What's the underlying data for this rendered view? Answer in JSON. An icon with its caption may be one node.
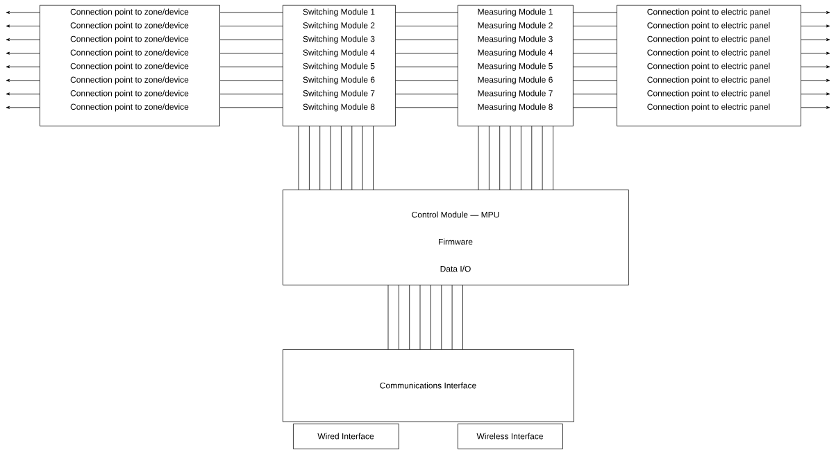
{
  "diagram": {
    "nodes": [
      {
        "text": [
          "Connection point to zone/device",
          "Connection point to zone/device",
          "Connection point to zone/device",
          "Connection point to zone/device",
          "Connection point to zone/device",
          "Connection point to zone/device",
          "Connection point to zone/device",
          "Connection point to zone/device"
        ]
      },
      {
        "text": [
          "Switching Module 1",
          "Switching Module 2",
          "Switching Module 3",
          "Switching Module 4",
          "Switching Module 5",
          "Switching Module 6",
          "Switching Module 7",
          "Switching Module 8"
        ]
      },
      {
        "text": [
          "Measuring Module 1",
          "Measuring Module 2",
          "Measuring Module 3",
          "Measuring Module 4",
          "Measuring Module 5",
          "Measuring Module 6",
          "Measuring Module 7",
          "Measuring Module 8"
        ]
      },
      {
        "text": [
          "Connection point to electric panel",
          "Connection point to electric panel",
          "Connection point to electric panel",
          "Connection point to electric panel",
          "Connection point to electric panel",
          "Connection point to electric panel",
          "Connection point to electric panel",
          "Connection point to electric panel"
        ]
      },
      {
        "text": [
          "Control Module — MPU",
          "Firmware",
          "Data I/O"
        ]
      },
      {
        "text": [
          "Communications Interface"
        ]
      },
      {
        "text": [
          "Wired Interface"
        ]
      },
      {
        "text": [
          "Wireless Interface"
        ]
      }
    ],
    "edges": [
      {
        "from": 0,
        "to": null,
        "arrow": "to"
      },
      {
        "from": 0,
        "to": null,
        "arrow": "to"
      },
      {
        "from": 0,
        "to": null,
        "arrow": "to"
      },
      {
        "from": 0,
        "to": null,
        "arrow": "to"
      },
      {
        "from": 0,
        "to": null,
        "arrow": "to"
      },
      {
        "from": 0,
        "to": null,
        "arrow": "to"
      },
      {
        "from": 0,
        "to": null,
        "arrow": "to"
      },
      {
        "from": 0,
        "to": null,
        "arrow": "to"
      },
      {
        "from": 0,
        "to": 1,
        "arrow": "none"
      },
      {
        "from": 0,
        "to": 1,
        "arrow": "none"
      },
      {
        "from": 0,
        "to": 1,
        "arrow": "none"
      },
      {
        "from": 0,
        "to": 1,
        "arrow": "none"
      },
      {
        "from": 0,
        "to": 1,
        "arrow": "none"
      },
      {
        "from": 0,
        "to": 1,
        "arrow": "none"
      },
      {
        "from": 0,
        "to": 1,
        "arrow": "none"
      },
      {
        "from": 0,
        "to": 1,
        "arrow": "none"
      },
      {
        "from": 1,
        "to": 2,
        "arrow": "none"
      },
      {
        "from": 1,
        "to": 2,
        "arrow": "none"
      },
      {
        "from": 1,
        "to": 2,
        "arrow": "none"
      },
      {
        "from": 1,
        "to": 2,
        "arrow": "none"
      },
      {
        "from": 1,
        "to": 2,
        "arrow": "none"
      },
      {
        "from": 1,
        "to": 2,
        "arrow": "none"
      },
      {
        "from": 1,
        "to": 2,
        "arrow": "none"
      },
      {
        "from": 1,
        "to": 2,
        "arrow": "none"
      },
      {
        "from": 2,
        "to": 3,
        "arrow": "none"
      },
      {
        "from": 2,
        "to": 3,
        "arrow": "none"
      },
      {
        "from": 2,
        "to": 3,
        "arrow": "none"
      },
      {
        "from": 2,
        "to": 3,
        "arrow": "none"
      },
      {
        "from": 2,
        "to": 3,
        "arrow": "none"
      },
      {
        "from": 2,
        "to": 3,
        "arrow": "none"
      },
      {
        "from": 2,
        "to": 3,
        "arrow": "none"
      },
      {
        "from": 2,
        "to": 3,
        "arrow": "none"
      },
      {
        "from": 3,
        "to": null,
        "arrow": "to"
      },
      {
        "from": 3,
        "to": null,
        "arrow": "to"
      },
      {
        "from": 3,
        "to": null,
        "arrow": "to"
      },
      {
        "from": 3,
        "to": null,
        "arrow": "to"
      },
      {
        "from": 3,
        "to": null,
        "arrow": "to"
      },
      {
        "from": 3,
        "to": null,
        "arrow": "to"
      },
      {
        "from": 3,
        "to": null,
        "arrow": "to"
      },
      {
        "from": 3,
        "to": null,
        "arrow": "to"
      },
      {
        "from": 1,
        "to": 4,
        "arrow": "none"
      },
      {
        "from": 1,
        "to": 4,
        "arrow": "none"
      },
      {
        "from": 1,
        "to": 4,
        "arrow": "none"
      },
      {
        "from": 1,
        "to": 4,
        "arrow": "none"
      },
      {
        "from": 1,
        "to": 4,
        "arrow": "none"
      },
      {
        "from": 1,
        "to": 4,
        "arrow": "none"
      },
      {
        "from": 1,
        "to": 4,
        "arrow": "none"
      },
      {
        "from": 1,
        "to": 4,
        "arrow": "none"
      },
      {
        "from": 2,
        "to": 4,
        "arrow": "none"
      },
      {
        "from": 2,
        "to": 4,
        "arrow": "none"
      },
      {
        "from": 2,
        "to": 4,
        "arrow": "none"
      },
      {
        "from": 2,
        "to": 4,
        "arrow": "none"
      },
      {
        "from": 2,
        "to": 4,
        "arrow": "none"
      },
      {
        "from": 2,
        "to": 4,
        "arrow": "none"
      },
      {
        "from": 2,
        "to": 4,
        "arrow": "none"
      },
      {
        "from": 2,
        "to": 4,
        "arrow": "none"
      },
      {
        "from": 4,
        "to": 5,
        "arrow": "none"
      },
      {
        "from": 4,
        "to": 5,
        "arrow": "none"
      },
      {
        "from": 4,
        "to": 5,
        "arrow": "none"
      },
      {
        "from": 4,
        "to": 5,
        "arrow": "none"
      },
      {
        "from": 4,
        "to": 5,
        "arrow": "none"
      },
      {
        "from": 4,
        "to": 5,
        "arrow": "none"
      },
      {
        "from": 4,
        "to": 5,
        "arrow": "none"
      },
      {
        "from": 4,
        "to": 5,
        "arrow": "none"
      }
    ]
  }
}
